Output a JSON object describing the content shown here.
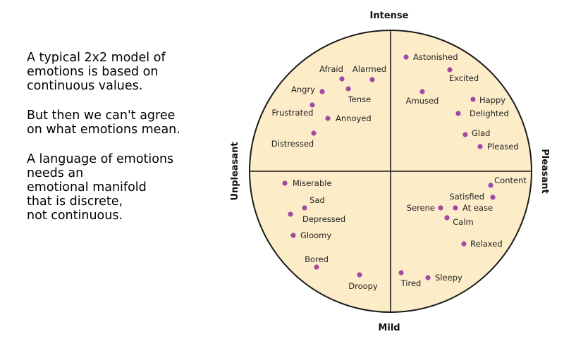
{
  "notes": [
    "A typical 2x2 model of\nemotions is based on\ncontinuous values.",
    "But then we can't agree\non what emotions mean.",
    "A language of emotions\nneeds an\nemotional manifold\nthat is discrete,\nnot continuous."
  ],
  "axes": {
    "top": "Intense",
    "bottom": "Mild",
    "left": "Unpleasant",
    "right": "Pleasant"
  },
  "colors": {
    "circle_fill": "#fcecc8",
    "circle_stroke": "#1a1a1a",
    "dot": "#a04aa4"
  },
  "emotions": [
    {
      "name": "Astonished"
    },
    {
      "name": "Excited"
    },
    {
      "name": "Amused"
    },
    {
      "name": "Happy"
    },
    {
      "name": "Delighted"
    },
    {
      "name": "Glad"
    },
    {
      "name": "Pleased"
    },
    {
      "name": "Afraid"
    },
    {
      "name": "Alarmed"
    },
    {
      "name": "Angry"
    },
    {
      "name": "Tense"
    },
    {
      "name": "Frustrated"
    },
    {
      "name": "Annoyed"
    },
    {
      "name": "Distressed"
    },
    {
      "name": "Miserable"
    },
    {
      "name": "Sad"
    },
    {
      "name": "Depressed"
    },
    {
      "name": "Gloomy"
    },
    {
      "name": "Bored"
    },
    {
      "name": "Droopy"
    },
    {
      "name": "Content"
    },
    {
      "name": "Satisfied"
    },
    {
      "name": "Serene"
    },
    {
      "name": "At ease"
    },
    {
      "name": "Calm"
    },
    {
      "name": "Relaxed"
    },
    {
      "name": "Tired"
    },
    {
      "name": "Sleepy"
    }
  ]
}
